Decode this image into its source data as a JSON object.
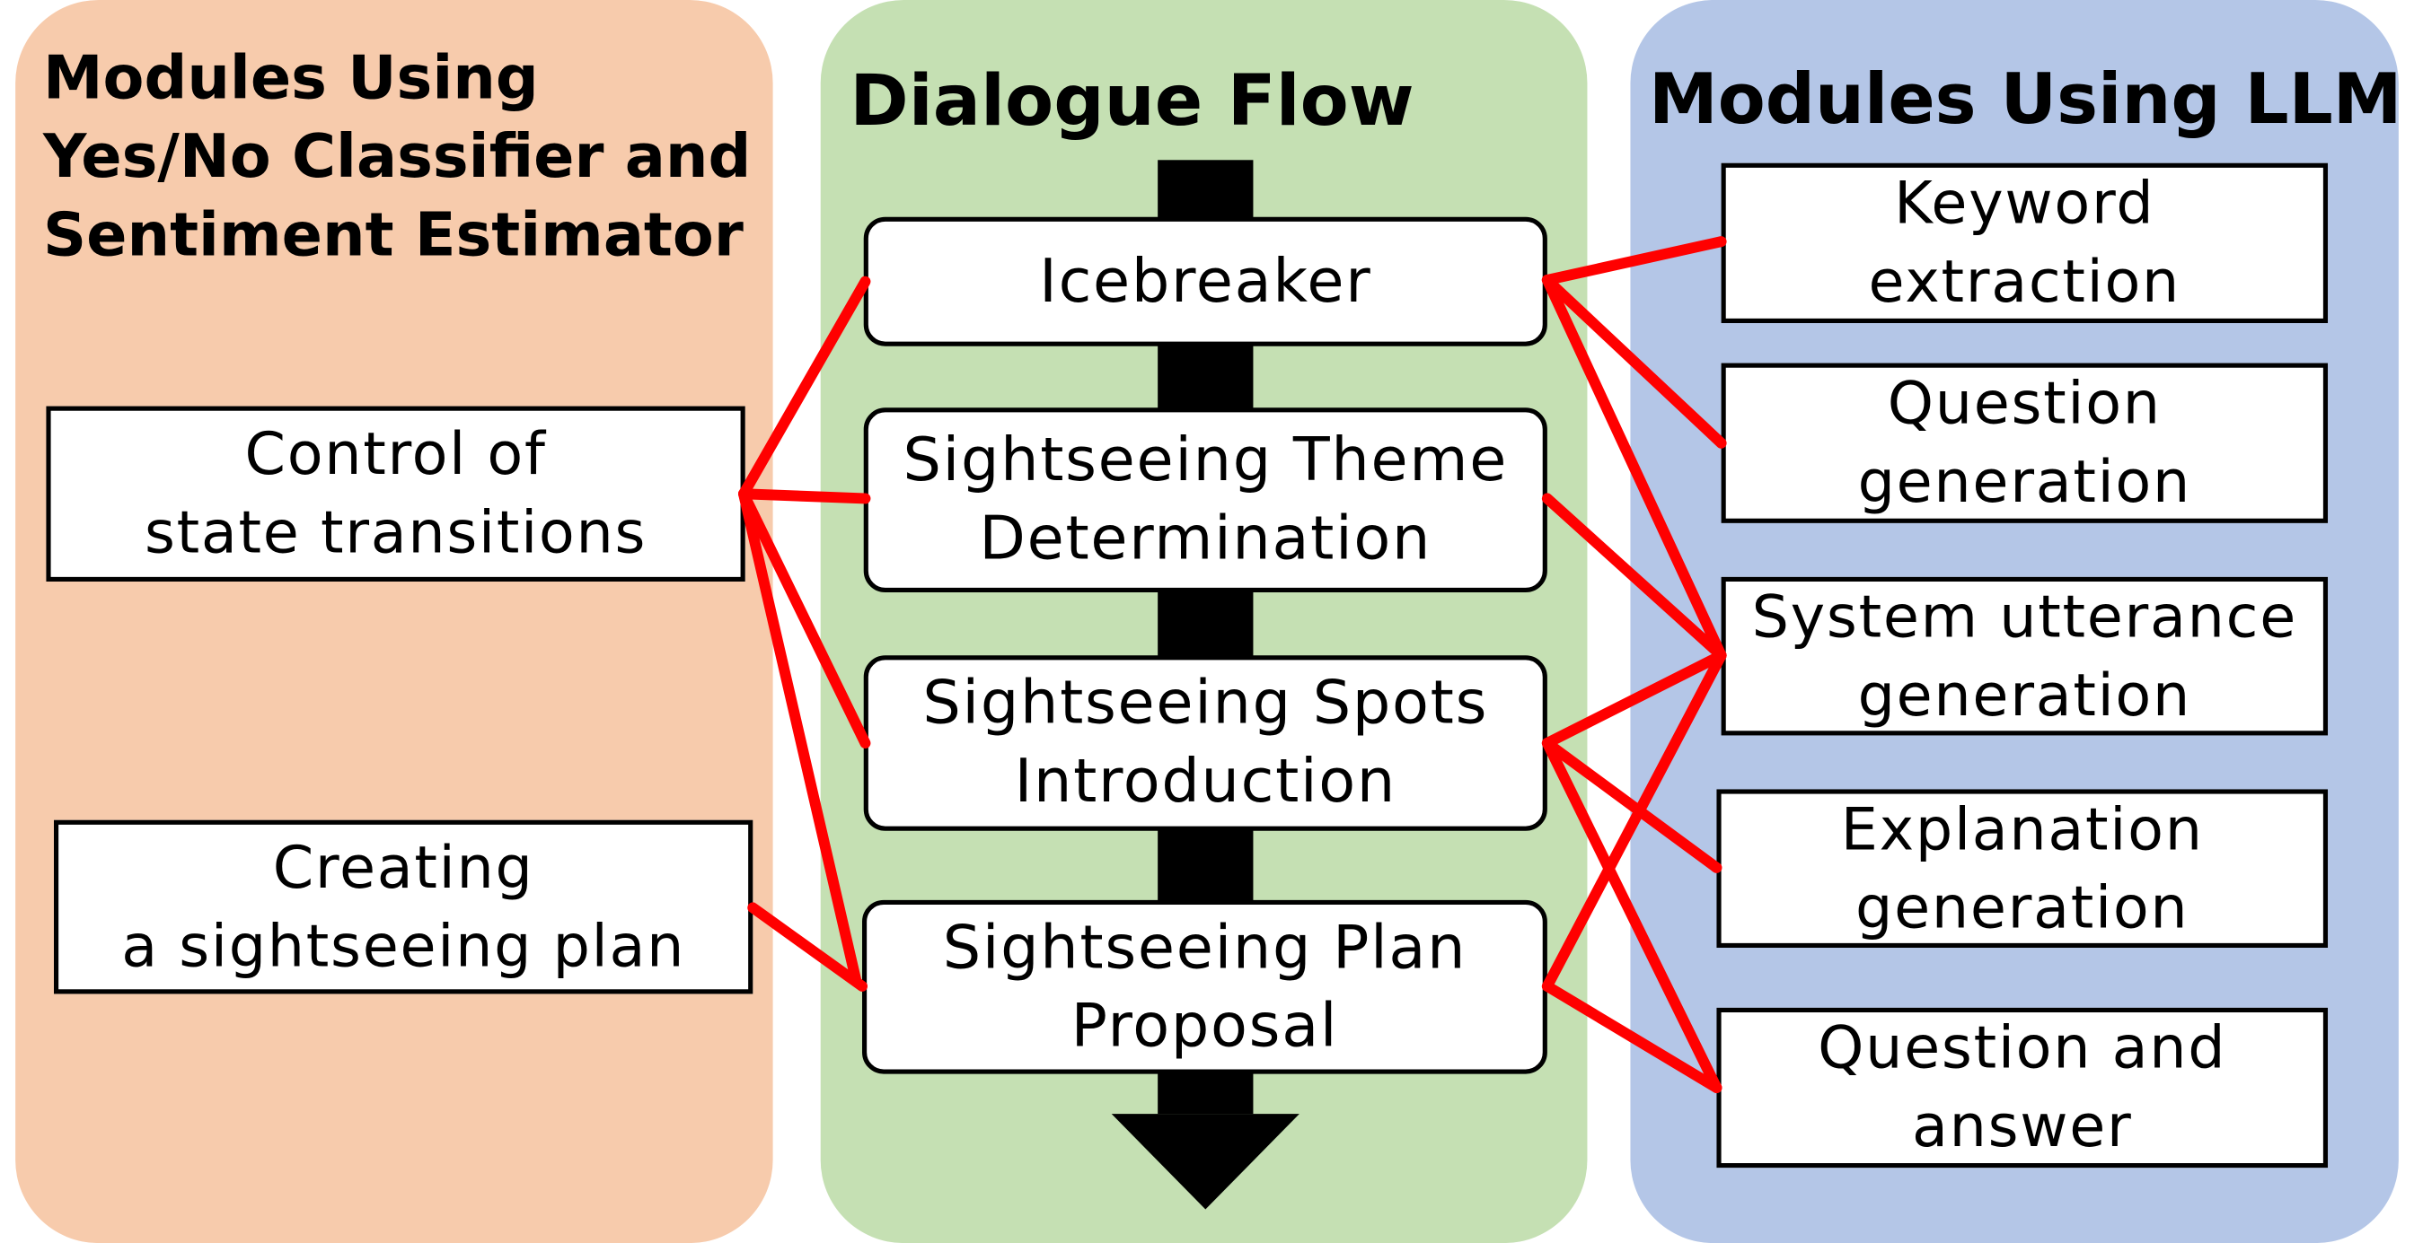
{
  "panels": {
    "left_title": "Modules Using\nYes/No Classifier and\nSentiment Estimator",
    "middle_title": "Dialogue Flow",
    "right_title": "Modules Using LLM"
  },
  "dialogue_flow": {
    "icebreaker": "Icebreaker",
    "theme": "Sightseeing Theme\nDetermination",
    "spots": "Sightseeing Spots\nIntroduction",
    "plan": "Sightseeing Plan\nProposal"
  },
  "left_modules": {
    "control": "Control of\nstate transitions",
    "creating": "Creating\na sightseeing plan"
  },
  "llm_modules": {
    "keyword": "Keyword\nextraction",
    "question": "Question\ngeneration",
    "system_utterance": "System utterance\ngeneration",
    "explanation": "Explanation\ngeneration",
    "qa": "Question and\nanswer"
  },
  "colors": {
    "left_panel": "#f7cbac",
    "middle_panel": "#c5e0b3",
    "right_panel": "#b4c6e7",
    "connector": "#ff0000",
    "flow_arrow": "#000000"
  }
}
